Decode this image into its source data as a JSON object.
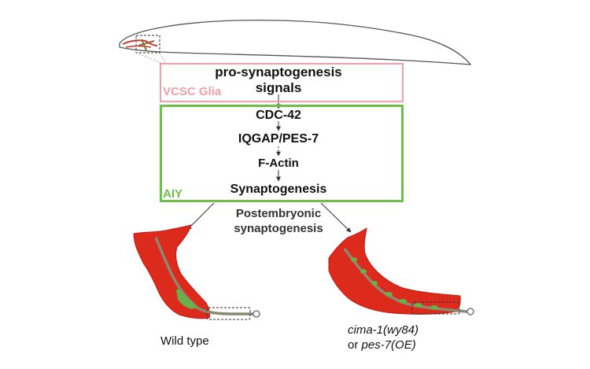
{
  "boxes": {
    "vcsc": {
      "label": "VCSC Glia",
      "color": "#f0a0a8",
      "content": [
        "pro-synaptogenesis",
        "signals"
      ]
    },
    "aiy": {
      "label": "AIY",
      "color": "#6cc04a"
    }
  },
  "pathway": [
    "CDC-42",
    "IQGAP/PES-7",
    "F-Actin",
    "Synaptogenesis"
  ],
  "branch_label": [
    "Postembryonic",
    "synaptogenesis"
  ],
  "panels": {
    "wild_type": {
      "caption": "Wild type"
    },
    "mutant": {
      "caption_line1": "cima-1(wy84)",
      "caption_line2_prefix": "or ",
      "caption_line2_italic": "pes-7(OE)"
    }
  },
  "colors": {
    "glia_fill": "#dc2a1c",
    "neuron": "#8a8a72",
    "synapse": "#6ab04a",
    "text": "#111111"
  }
}
